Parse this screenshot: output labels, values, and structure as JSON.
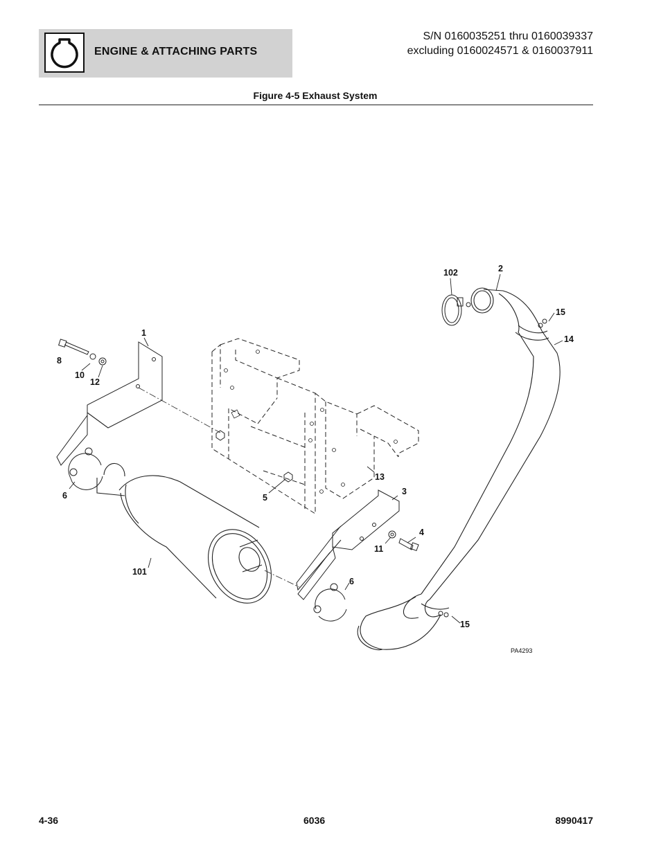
{
  "header": {
    "section_title": "ENGINE & ATTACHING PARTS",
    "serial_line1": "S/N 0160035251 thru 0160039337",
    "serial_line2": "excluding 0160024571 & 0160037911",
    "icon": "engine-icon"
  },
  "figure": {
    "title": "Figure 4-5 Exhaust System",
    "drawing_code": "PA4293",
    "callouts": {
      "c102": "102",
      "c2": "2",
      "c15a": "15",
      "c14": "14",
      "c1": "1",
      "c8": "8",
      "c10": "10",
      "c12": "12",
      "c13": "13",
      "c6a": "6",
      "c5": "5",
      "c3": "3",
      "c4": "4",
      "c11": "11",
      "c101": "101",
      "c6b": "6",
      "c15b": "15"
    }
  },
  "footer": {
    "page_number": "4-36",
    "model": "6036",
    "manual_number": "8990417"
  }
}
